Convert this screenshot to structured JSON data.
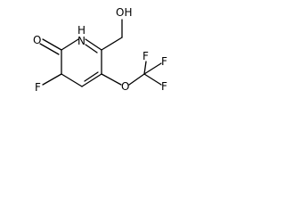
{
  "molecule": {
    "atoms": {
      "nh_label": "H",
      "n_label": "N",
      "oxo_label": "O",
      "fluoro_label": "F",
      "ether_o_label": "O",
      "f1_label": "F",
      "f2_label": "F",
      "f3_label": "F",
      "hydroxyl_label": "OH"
    },
    "colors": {
      "bond": "#000000",
      "text": "#000000",
      "background": "#ffffff"
    }
  }
}
